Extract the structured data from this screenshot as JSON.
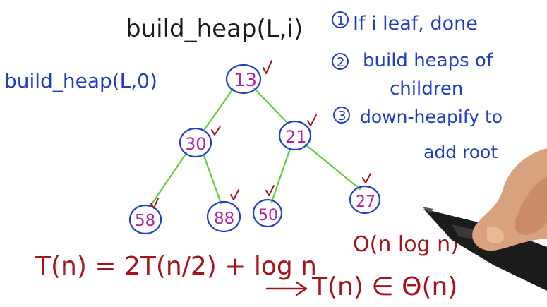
{
  "title": "build_heap(L,i)",
  "call_label": "build_heap(L,0)",
  "steps": [
    {
      "num": "1",
      "line1": "If i leaf, done",
      "line2": ""
    },
    {
      "num": "2",
      "line1": "build heaps of",
      "line2": "children"
    },
    {
      "num": "3",
      "line1": "down-heapify to",
      "line2": "add root"
    }
  ],
  "nodes": {
    "root": "13",
    "left": "30",
    "right": "21",
    "ll": "58",
    "lr": "88",
    "rl": "50",
    "rr": "27"
  },
  "complexity_note": "O(n log n)",
  "recurrence": "T(n) = 2T(n/2) + log n",
  "result": "T(n) ∈ Θ(n)",
  "colors": {
    "title": "#1a1a1a",
    "steps": "#1f3fbf",
    "nodes": "#b0249e",
    "edges": "#5fcf3a",
    "math": "#a3141b"
  }
}
